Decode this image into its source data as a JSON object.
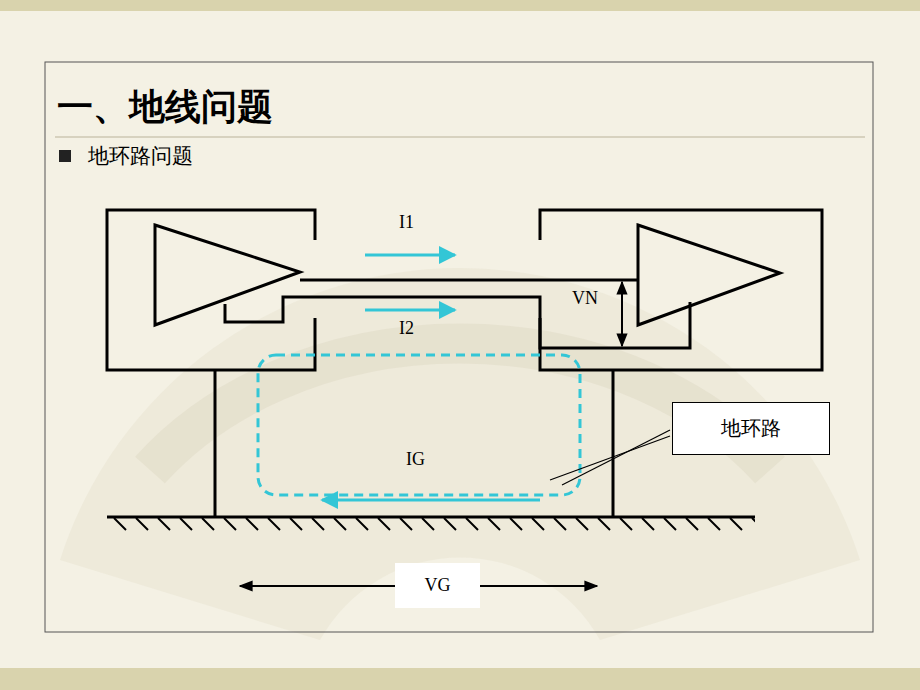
{
  "diagram": {
    "title": "一、地线问题",
    "nodes": [
      {
        "text": [
          "地环路"
        ]
      },
      {
        "text": [
          "VG"
        ]
      }
    ],
    "labels": [
      "地环路问题",
      "I1",
      "I2",
      "IG",
      "VN"
    ]
  }
}
